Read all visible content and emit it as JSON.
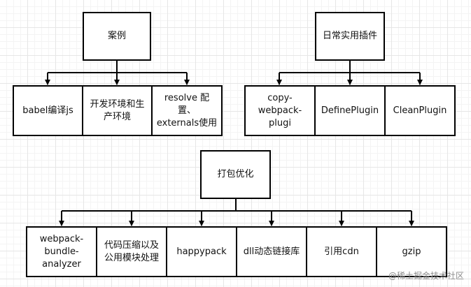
{
  "groups": [
    {
      "parent": "案例",
      "children": [
        "babel编译js",
        "开发环境和生\n产环境",
        "resolve 配置、\nexternals使用"
      ]
    },
    {
      "parent": "日常实用插件",
      "children": [
        "copy-\nwebpack-\nplugi",
        "DefinePlugin",
        "CleanPlugin"
      ]
    },
    {
      "parent": "打包优化",
      "children": [
        "webpack-\nbundle-\nanalyzer",
        "代码压缩以及\n公用模块处理",
        "happypack",
        "dll动态链接库",
        "引用cdn",
        "gzip"
      ]
    }
  ],
  "watermark": "@稀土掘金技术社区"
}
